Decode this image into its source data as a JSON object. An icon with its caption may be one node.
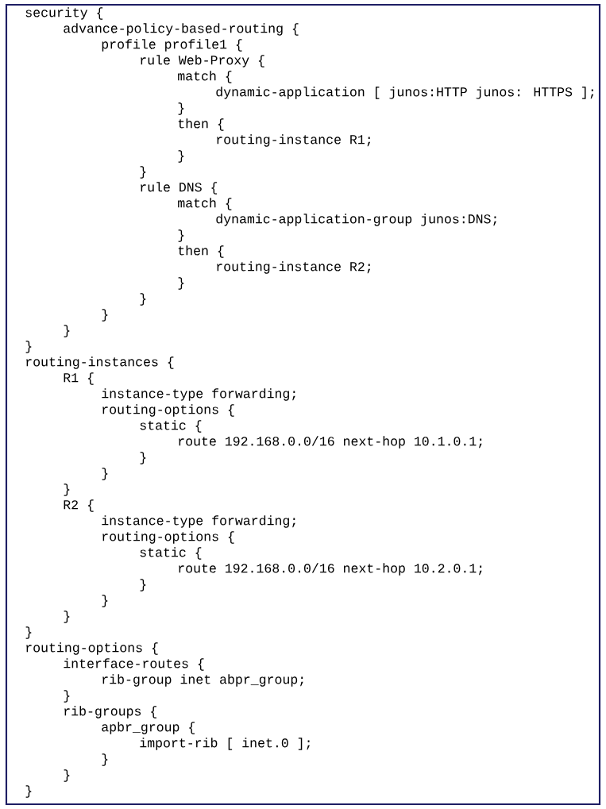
{
  "diagram": {
    "labels": [
      "security {",
      "advance-policy-based-routing {",
      "profile profile1 {",
      "rule Web-Proxy {",
      "match {",
      "dynamic-application [ junos:HTTP junos: HTTPS ];",
      "}",
      "then {",
      "routing-instance R1;",
      "}",
      "}",
      "rule DNS {",
      "match {",
      "dynamic-application-group junos:DNS;",
      "}",
      "then {",
      "routing-instance R2;",
      "}",
      "}",
      "}",
      "}",
      "}",
      "routing-instances {",
      "R1 {",
      "instance-type forwarding;",
      "routing-options {",
      "static {",
      "route 192.168.0.0/16 next-hop 10.1.0.1;",
      "}",
      "}",
      "}",
      "R2 {",
      "instance-type forwarding;",
      "routing-options {",
      "static {",
      "route 192.168.0.0/16 next-hop 10.2.0.1;",
      "}",
      "}",
      "}",
      "}",
      "routing-options {",
      "interface-routes {",
      "rib-group inet abpr_group;",
      "}",
      "rib-groups {",
      "apbr_group {",
      "import-rib [ inet.0 ];",
      "}",
      "}",
      "}"
    ]
  }
}
